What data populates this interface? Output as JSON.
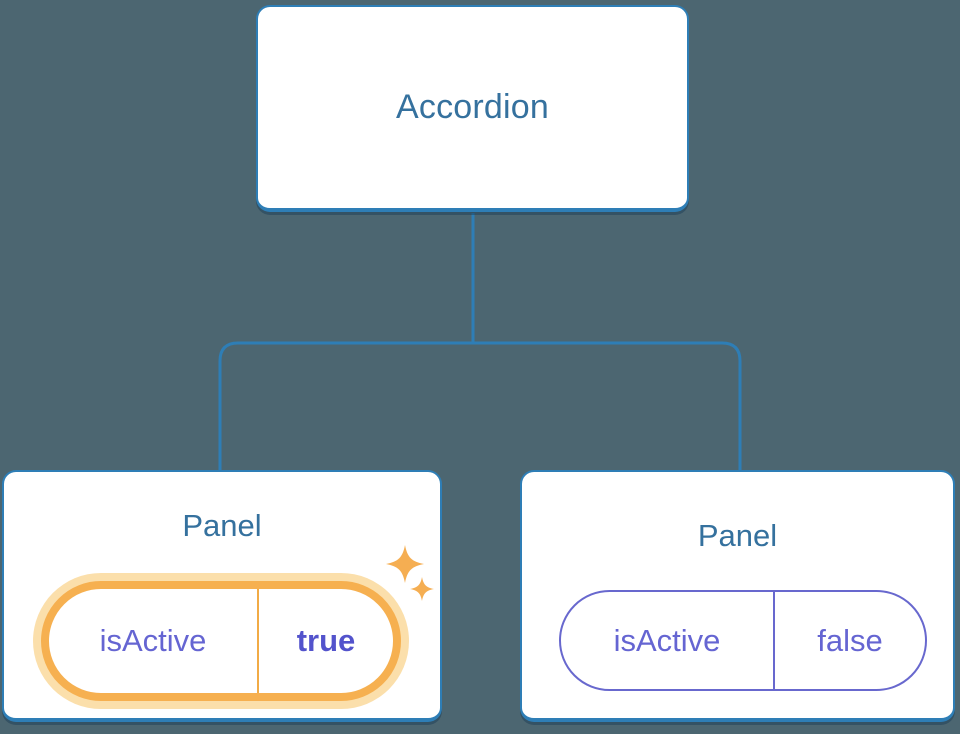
{
  "colors": {
    "background": "#4C6671",
    "connector": "#2E7EB6",
    "node_border": "#2E7EB6",
    "node_title": "#35719E",
    "state_text": "#6565D2",
    "state_value_active": "#5353CC",
    "active_ring": "#F6B050",
    "active_halo": "#FBDFAB",
    "active_divider": "#F2AB46",
    "inactive_pill_border": "#6868CE",
    "sparkle": "#F5AE52"
  },
  "tree": {
    "root": {
      "label": "Accordion"
    },
    "children": [
      {
        "label": "Panel",
        "highlighted": true,
        "state": {
          "key": "isActive",
          "value": "true"
        }
      },
      {
        "label": "Panel",
        "highlighted": false,
        "state": {
          "key": "isActive",
          "value": "false"
        }
      }
    ]
  }
}
